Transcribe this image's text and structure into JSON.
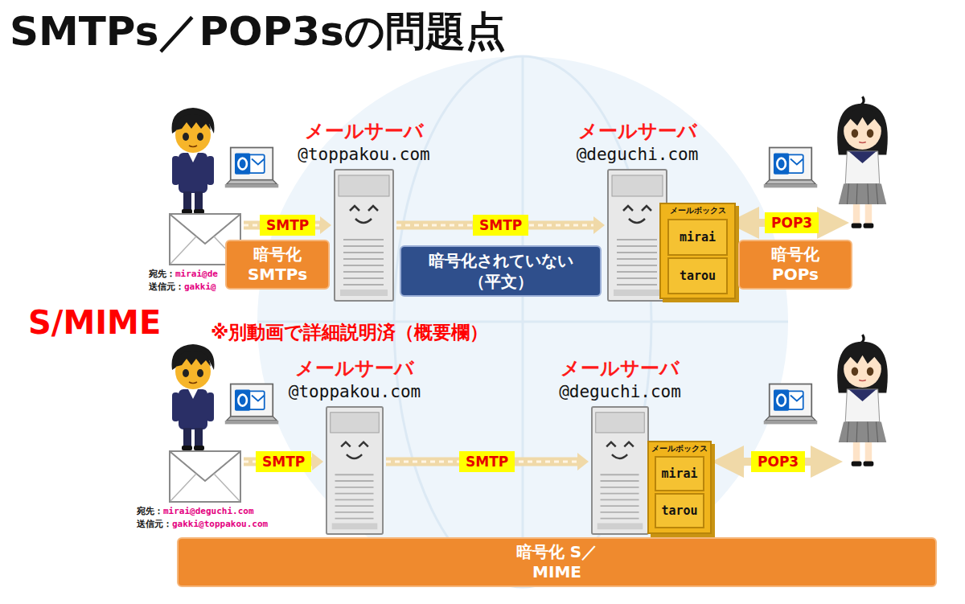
{
  "diagram": {
    "title": "SMTPs／POP3sの問題点",
    "nodes": [
      {
        "text": [
          "宛先：",
          "mirai@de",
          "送信元：",
          "gakki@"
        ]
      },
      {
        "text": [
          "暗号化 SMTPs"
        ]
      },
      {
        "text": [
          "メールサーバ",
          "@toppakou.com"
        ]
      },
      {
        "text": [
          "暗号化されていない （平文）"
        ]
      },
      {
        "text": [
          "メールサーバ",
          "@deguchi.com"
        ]
      },
      {
        "text": [
          "メールボックス"
        ]
      },
      {
        "text": [
          "mirai"
        ],
        "in": 5
      },
      {
        "text": [
          "tarou"
        ],
        "in": 5
      },
      {
        "text": [
          "暗号化 POPs"
        ]
      },
      {
        "text": [
          "宛先：",
          "mirai@deguchi.com",
          "送信元：",
          "gakki@toppakou.com"
        ]
      },
      {
        "text": [
          "メールサーバ",
          "@toppakou.com"
        ]
      },
      {
        "text": [
          "メールサーバ",
          "@deguchi.com"
        ]
      },
      {
        "text": [
          "メールボックス"
        ]
      },
      {
        "text": [
          "mirai"
        ],
        "in": 12
      },
      {
        "text": [
          "tarou"
        ],
        "in": 12
      },
      {
        "text": [
          "暗号化 S／MIME"
        ]
      }
    ],
    "edges": [
      {
        "from": 0,
        "to": 2,
        "label": "SMTP",
        "arrow": "to"
      },
      {
        "from": 2,
        "to": 4,
        "label": "SMTP",
        "arrow": "to"
      },
      {
        "from": 9,
        "to": 10,
        "label": "SMTP",
        "arrow": "to"
      },
      {
        "from": 10,
        "to": 11,
        "label": "SMTP",
        "arrow": "to"
      }
    ],
    "labels": [
      "POP3",
      "POP3",
      "S/MIME",
      "※別動画で詳細説明済（概要欄）"
    ]
  }
}
